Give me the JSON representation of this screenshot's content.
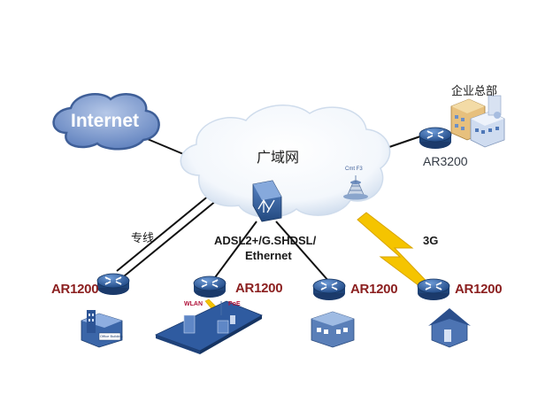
{
  "wan": {
    "label": "广域网"
  },
  "internet": {
    "label": "Internet"
  },
  "headquarters": {
    "label": "企业总部",
    "router": "AR3200"
  },
  "links": {
    "leased_line": "专线",
    "access_line1": "ADSL2+/G.SHDSL/",
    "access_line2": "Ethernet",
    "wireless": "3G"
  },
  "branches": [
    {
      "router": "AR1200",
      "building_caption": "Office Building"
    },
    {
      "router": "AR1200",
      "wlan": "WLAN",
      "poe": "PoE"
    },
    {
      "router": "AR1200"
    },
    {
      "router": "AR1200"
    }
  ],
  "tower": {
    "caption": "Cmt F3"
  },
  "colors": {
    "router_blue": "#2f5f9e",
    "cloud_fill": "#ffffff",
    "cloud_edge": "#bcd0e6",
    "internet_fill": "#7f9ccf",
    "lightning": "#f5c400",
    "branch_label": "#8b1f1f"
  }
}
